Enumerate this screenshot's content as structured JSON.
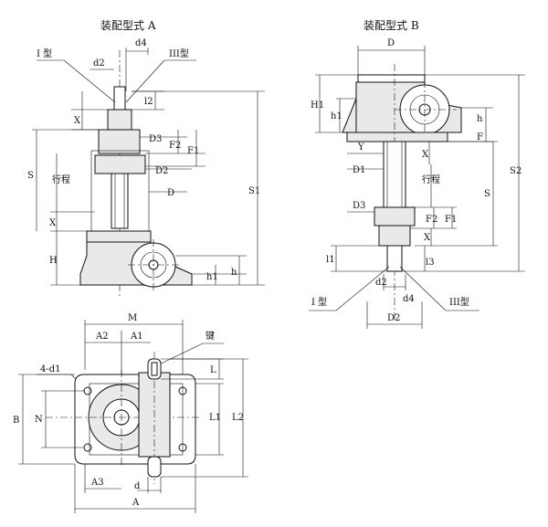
{
  "titles": {
    "assembly_a": "装配型式 A",
    "assembly_b": "装配型式 B"
  },
  "labels_a": {
    "d4": "d4",
    "type_i": "I 型",
    "type_iii": "III型",
    "d2_top": "d2",
    "l2": "l2",
    "x_top": "X",
    "d3": "D3",
    "f2": "F2",
    "f1": "F1",
    "d2": "D2",
    "s": "S",
    "stroke": "行程",
    "d": "D",
    "s1": "S1",
    "x_bottom": "X",
    "h": "H",
    "h1": "h1",
    "h_small": "h"
  },
  "labels_b": {
    "d": "D",
    "h1_big": "H1",
    "h1": "h1",
    "h": "h",
    "f": "F",
    "y": "Y",
    "d1": "D1",
    "x_top": "X",
    "stroke": "行程",
    "s": "S",
    "s2": "S2",
    "d3": "D3",
    "f2": "F2",
    "f1": "F1",
    "x_bottom": "X",
    "l1": "l1",
    "l3": "l3",
    "type_i": "I 型",
    "d2": "d2",
    "d4": "d4",
    "type_iii": "III型",
    "d2_cap": "D2"
  },
  "labels_top_view": {
    "m": "M",
    "a2": "A2",
    "a1": "A1",
    "key": "键",
    "holes": "4-d1",
    "l": "L",
    "b": "B",
    "n": "N",
    "l1": "L1",
    "l2": "L2",
    "a3": "A3",
    "d": "d",
    "a": "A"
  }
}
